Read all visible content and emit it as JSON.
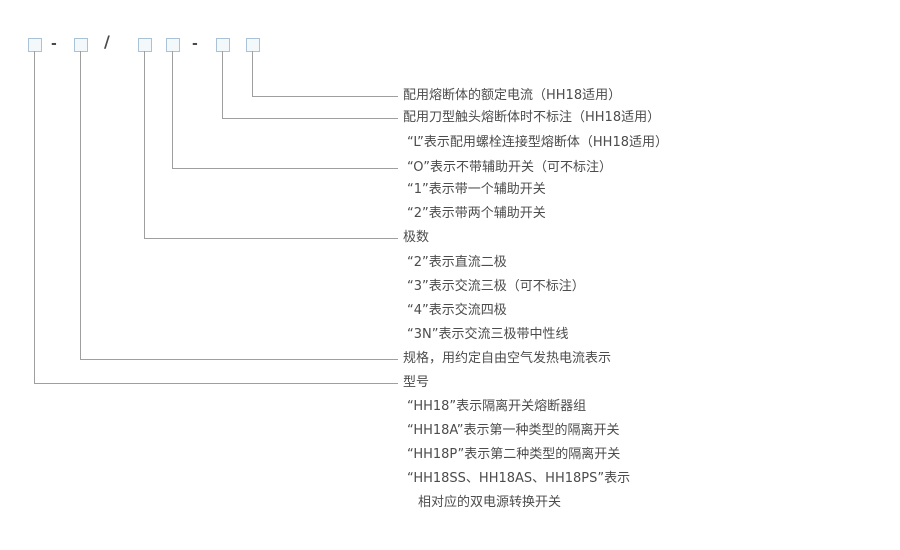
{
  "model_code": {
    "dash1": "-",
    "slash": "/",
    "dash2": "-"
  },
  "annotations": {
    "fuse_rated_current": "配用熔断体的额定电流（HH18适用）",
    "fuse_type_default": "配用刀型触头熔断体时不标注（HH18适用）",
    "fuse_type_l": "“L”表示配用螺栓连接型熔断体（HH18适用）",
    "aux_o": "“O”表示不带辅助开关（可不标注）",
    "aux_1": "“1”表示带一个辅助开关",
    "aux_2": "“2”表示带两个辅助开关",
    "poles": "极数",
    "poles_2": "“2”表示直流二极",
    "poles_3": "“3”表示交流三极（可不标注）",
    "poles_4": "“4”表示交流四极",
    "poles_3n": "“3N”表示交流三极带中性线",
    "spec": "规格，用约定自由空气发热电流表示",
    "model": "型号",
    "model_hh18": "“HH18”表示隔离开关熔断器组",
    "model_hh18a": "“HH18A”表示第一种类型的隔离开关",
    "model_hh18p": "“HH18P”表示第二种类型的隔离开关",
    "model_dual_line1": "“HH18SS、HH18AS、HH18PS”表示",
    "model_dual_line2": "相对应的双电源转换开关"
  }
}
